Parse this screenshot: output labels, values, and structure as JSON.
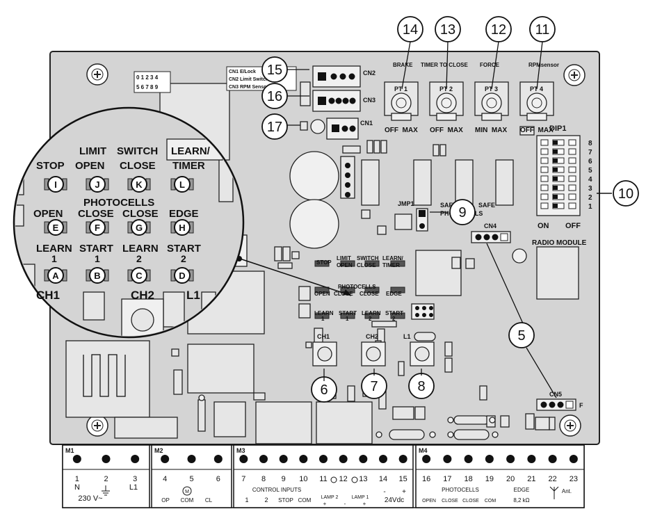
{
  "callouts": [
    "14",
    "13",
    "12",
    "11",
    "15",
    "16",
    "17",
    "10",
    "9",
    "5",
    "6",
    "7",
    "8"
  ],
  "pot_labels": {
    "brake": "BRAKE",
    "timer": "TIMER TO CLOSE",
    "force": "FORCE",
    "rpm": "RPMsensor",
    "pt1": "PT 1",
    "pt2": "PT 2",
    "pt3": "PT 3",
    "pt4": "PT 4",
    "pt1_scale": "OFF  MAX",
    "pt2_scale": "OFF  MAX",
    "pt3_scale": "MIN  MAX",
    "pt4_scale": "OFF  MAX"
  },
  "connectors": {
    "cn1": "CN1",
    "cn2": "CN2",
    "cn3": "CN3",
    "cn4": "CN4",
    "cn5": "CN5",
    "cn5_f": "F",
    "legend1": "CN1 E/Lock",
    "legend2": "CN2 Limit Switch",
    "legend3": "CN3 RPM Sensor"
  },
  "code_grid": {
    "row1": "0 1 2 3 4",
    "row2": "5 6 7 8 9"
  },
  "dip": {
    "title": "DIP1",
    "nums": [
      "8",
      "7",
      "6",
      "5",
      "4",
      "3",
      "2",
      "1"
    ],
    "on": "ON",
    "off": "OFF"
  },
  "radio": "RADIO MODULE",
  "jmp": {
    "label": "JMP1",
    "safety1": "SAFETY",
    "safety2": "PHOTOCELLS",
    "safe": "SAFE"
  },
  "zoom": {
    "row1_h": [
      "STOP",
      "LIMIT",
      "SWITCH",
      "LEARN/"
    ],
    "row1_h2": [
      "OPEN",
      "CLOSE",
      "TIMER"
    ],
    "row1_l": [
      "I",
      "J",
      "K",
      "L"
    ],
    "photocells": "PHOTOCELLS",
    "row2_h": [
      "OPEN",
      "CLOSE",
      "CLOSE",
      "EDGE"
    ],
    "row2_l": [
      "E",
      "F",
      "G",
      "H"
    ],
    "row3_h": [
      "LEARN",
      "START",
      "LEARN",
      "START"
    ],
    "row3_n": [
      "1",
      "1",
      "2",
      "2"
    ],
    "row3_l": [
      "A",
      "B",
      "C",
      "D"
    ],
    "ch1": "CH1",
    "ch2": "CH2",
    "l1": "L1"
  },
  "small": {
    "row1": [
      "STOP",
      "LIMIT",
      "SWITCH",
      "LEARN/"
    ],
    "row1b": [
      "OPEN",
      "CLOSE",
      "TIMER"
    ],
    "photocells": "PHOTOCELLS",
    "row2": [
      "OPEN",
      "CLOSE",
      "CLOSE",
      "EDGE"
    ],
    "row3": [
      "LEARN",
      "START",
      "LEARN",
      "START"
    ],
    "row3n": [
      "1",
      "1",
      "2",
      "2"
    ],
    "ch1": "CH1",
    "ch2": "CH2",
    "l1": "L1"
  },
  "terminals": {
    "m1": "M1",
    "m2": "M2",
    "m3": "M3",
    "m4": "M4",
    "m1_nums": [
      "1",
      "2",
      "3"
    ],
    "m1_n": "N",
    "m1_l1": "L1",
    "m1_v": "230 V~",
    "m2_nums": [
      "4",
      "5",
      "6"
    ],
    "m2_sub": [
      "OP",
      "COM",
      "CL"
    ],
    "m2_m": "M",
    "m3_nums": [
      "7",
      "8",
      "9",
      "10",
      "11",
      "12",
      "13",
      "14",
      "15"
    ],
    "m3_ci": "CONTROL INPUTS",
    "m3_sub": [
      "1",
      "2",
      "STOP",
      "COM"
    ],
    "lamp2": "LAMP 2",
    "lamp1": "LAMP 1",
    "pm": [
      "+",
      "-",
      "+"
    ],
    "m3_dc_sign": [
      "-",
      "+"
    ],
    "m3_dc": "24Vdc",
    "m4_nums": [
      "16",
      "17",
      "18",
      "19",
      "20",
      "21",
      "22",
      "23"
    ],
    "photocells": "PHOTOCELLS",
    "m4_sub": [
      "OPEN",
      "CLOSE",
      "CLOSE",
      "COM"
    ],
    "edge": "EDGE",
    "edge_val": "8,2 kΩ",
    "ant": "Ant."
  }
}
